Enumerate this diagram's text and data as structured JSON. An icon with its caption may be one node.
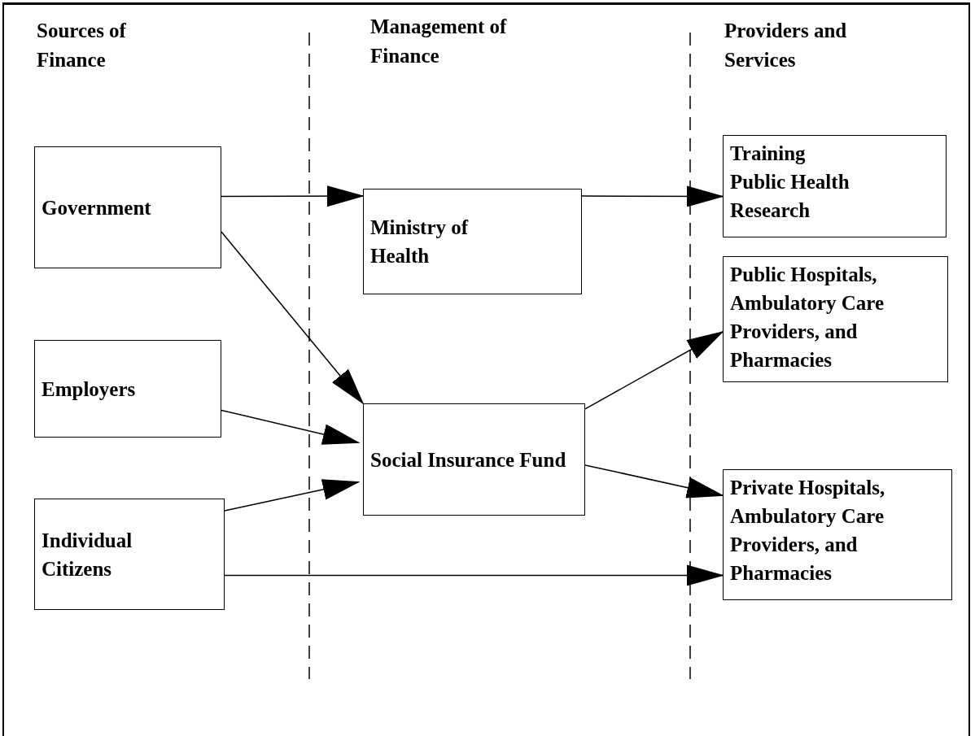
{
  "diagram": {
    "nodes": [
      {
        "text": [
          "Government"
        ]
      },
      {
        "text": [
          "Employers"
        ]
      },
      {
        "text": [
          "Individual Citizens"
        ]
      },
      {
        "text": [
          "Ministry of Health"
        ]
      },
      {
        "text": [
          "Social Insurance Fund"
        ]
      },
      {
        "text": [
          "Training",
          "Public Health",
          "Research"
        ]
      },
      {
        "text": [
          "Public Hospitals, Ambulatory Care Providers, and Pharmacies"
        ]
      },
      {
        "text": [
          "Private Hospitals, Ambulatory Care Providers, and Pharmacies"
        ]
      }
    ],
    "edges": [
      {
        "from": 0,
        "to": 3,
        "arrow": "to"
      },
      {
        "from": 3,
        "to": 5,
        "arrow": "to"
      },
      {
        "from": 0,
        "to": 4,
        "arrow": "to"
      },
      {
        "from": 1,
        "to": 4,
        "arrow": "to"
      },
      {
        "from": 2,
        "to": 4,
        "arrow": "to"
      },
      {
        "from": 2,
        "to": 7,
        "arrow": "to"
      },
      {
        "from": 4,
        "to": 6,
        "arrow": "to"
      },
      {
        "from": 4,
        "to": 7,
        "arrow": "to"
      }
    ],
    "labels": [
      "Sources of Finance",
      "Management of Finance",
      "Providers and Services"
    ]
  }
}
